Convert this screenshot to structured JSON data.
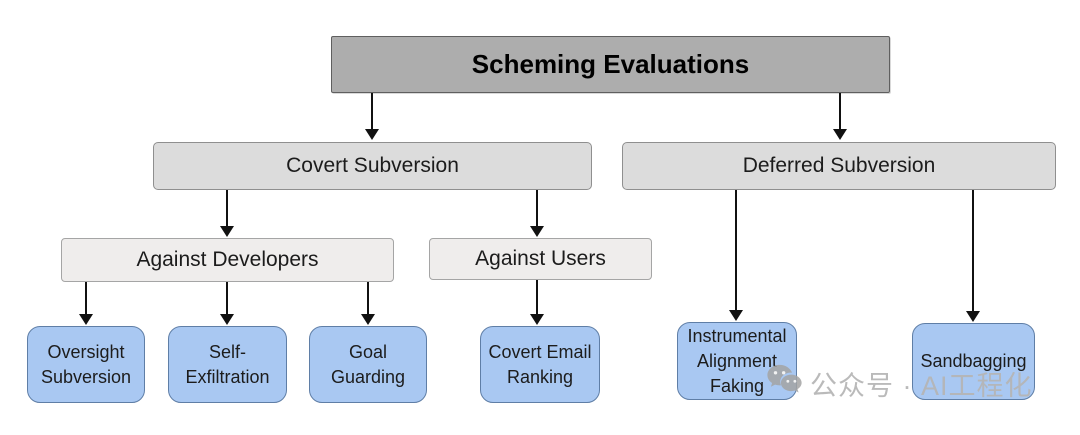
{
  "diagram": {
    "title": "Scheming Evaluations",
    "root": {
      "label": "Scheming Evaluations"
    },
    "level2": [
      {
        "label": "Covert Subversion"
      },
      {
        "label": "Deferred Subversion"
      }
    ],
    "level3": [
      {
        "label": "Against Developers"
      },
      {
        "label": "Against Users"
      }
    ],
    "leaves": [
      {
        "label": "Oversight Subversion"
      },
      {
        "label": "Self-Exfiltration"
      },
      {
        "label": "Goal Guarding"
      },
      {
        "label": "Covert Email Ranking"
      },
      {
        "label": "Instrumental Alignment Faking"
      },
      {
        "label": "Sandbagging"
      }
    ],
    "edges": [
      "Scheming Evaluations -> Covert Subversion",
      "Scheming Evaluations -> Deferred Subversion",
      "Covert Subversion -> Against Developers",
      "Covert Subversion -> Against Users",
      "Against Developers -> Oversight Subversion",
      "Against Developers -> Self-Exfiltration",
      "Against Developers -> Goal Guarding",
      "Against Users -> Covert Email Ranking",
      "Deferred Subversion -> Instrumental Alignment Faking",
      "Deferred Subversion -> Sandbagging"
    ],
    "colors": {
      "root_fill": "#adadad",
      "root_border": "#5f5f5f",
      "level2_fill": "#dcdcdc",
      "level2_border": "#8f8f8f",
      "level3_fill": "#efedec",
      "level3_border": "#a5a5a5",
      "leaf_fill": "#a9c8f2",
      "leaf_border": "#5f7ea6",
      "arrow": "#111111",
      "background": "#ffffff"
    }
  },
  "watermark": {
    "text": "公众号 · AI工程化",
    "icon": "wechat-icon",
    "color": "#b5b5b5"
  }
}
